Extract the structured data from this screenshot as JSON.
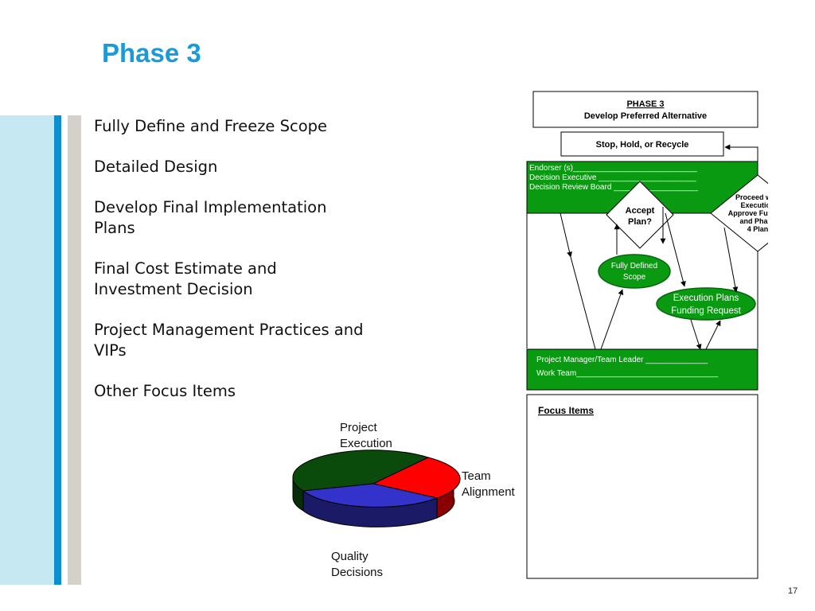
{
  "slide": {
    "title": "Phase 3",
    "page_number": "17",
    "bullets": [
      "Fully Define and Freeze Scope",
      "Detailed Design",
      "Develop Final Implementation Plans",
      "Final Cost Estimate and Investment Decision",
      "Project Management Practices and VIPs",
      "Other Focus Items"
    ]
  },
  "pie": {
    "labels": {
      "execution": "Project Execution",
      "team": "Team Alignment",
      "quality": "Quality Decisions"
    },
    "colors": {
      "execution": "#0a4a0a",
      "team": "#ff0000",
      "quality": "#3333cc"
    }
  },
  "diagram": {
    "phase_title": "PHASE 3",
    "phase_subtitle": "Develop Preferred Alternative",
    "stop_box": "Stop, Hold, or Recycle",
    "endorser": "Endorser (s)____________________________",
    "decision_executive": "Decision Executive ______________________",
    "review_board": "Decision Review Board ___________________",
    "accept_line1": "Accept",
    "accept_line2": "Plan?",
    "proceed_lines": [
      "Proceed with",
      "Execution",
      "Approve Funding",
      "and Phase",
      "4 Plan"
    ],
    "scope_line1": "Fully Defined",
    "scope_line2": "Scope",
    "exec_line1": "Execution Plans",
    "exec_line2": "Funding Request",
    "pm": "Project Manager/Team Leader ______________",
    "work_team": "Work Team________________________________",
    "focus_items": "Focus Items",
    "colors": {
      "green": "#0a9a12",
      "dark_green": "#06680c"
    }
  }
}
